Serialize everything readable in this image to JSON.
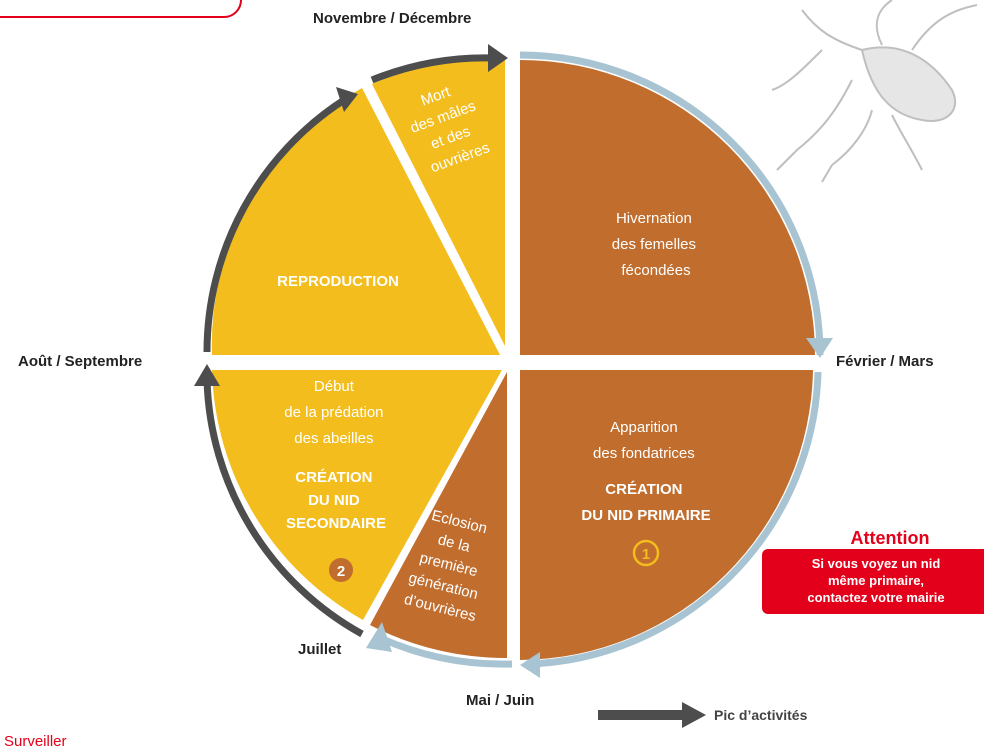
{
  "months": {
    "top": "Novembre / Décembre",
    "right": "Février / Mars",
    "bottom": "Mai / Juin",
    "left": "Août / Septembre",
    "bottom_left": "Juillet"
  },
  "segments": {
    "hivernation": [
      "Hivernation",
      "des femelles",
      "fécondées"
    ],
    "fondatrices": {
      "lines": [
        "Apparition",
        "des fondatrices"
      ],
      "bold": [
        "CRÉATION",
        "DU NID PRIMAIRE"
      ],
      "marker": "1"
    },
    "eclosion": [
      "Eclosion",
      "de la",
      "première",
      "génération",
      "d’ouvrières"
    ],
    "predation": {
      "lines": [
        "Début",
        "de la prédation",
        "des abeilles"
      ],
      "bold": [
        "CRÉATION",
        "DU NID",
        "SECONDAIRE"
      ],
      "marker": "2"
    },
    "reproduction": "REPRODUCTION",
    "mort": [
      "Mort",
      "des mâles",
      "et des",
      "ouvrières"
    ]
  },
  "attention": {
    "title": "Attention",
    "lines": [
      "Si vous voyez un nid",
      "même primaire,",
      "contactez votre mairie"
    ]
  },
  "legend": {
    "label": "Pic d’activités"
  },
  "footer": {
    "text": "Surveiller"
  },
  "colors": {
    "orange": "#c06d2e",
    "yellow": "#f2bd1d",
    "arc_blue": "#a8c4d2",
    "arc_dark": "#4d4d4d",
    "marker_ring": "#f2bd1d",
    "marker_fill": "#c06d2e",
    "alert_red": "#e2001a"
  },
  "icons": {
    "decoration": "hornet-illustration",
    "marker": "number-circle"
  }
}
